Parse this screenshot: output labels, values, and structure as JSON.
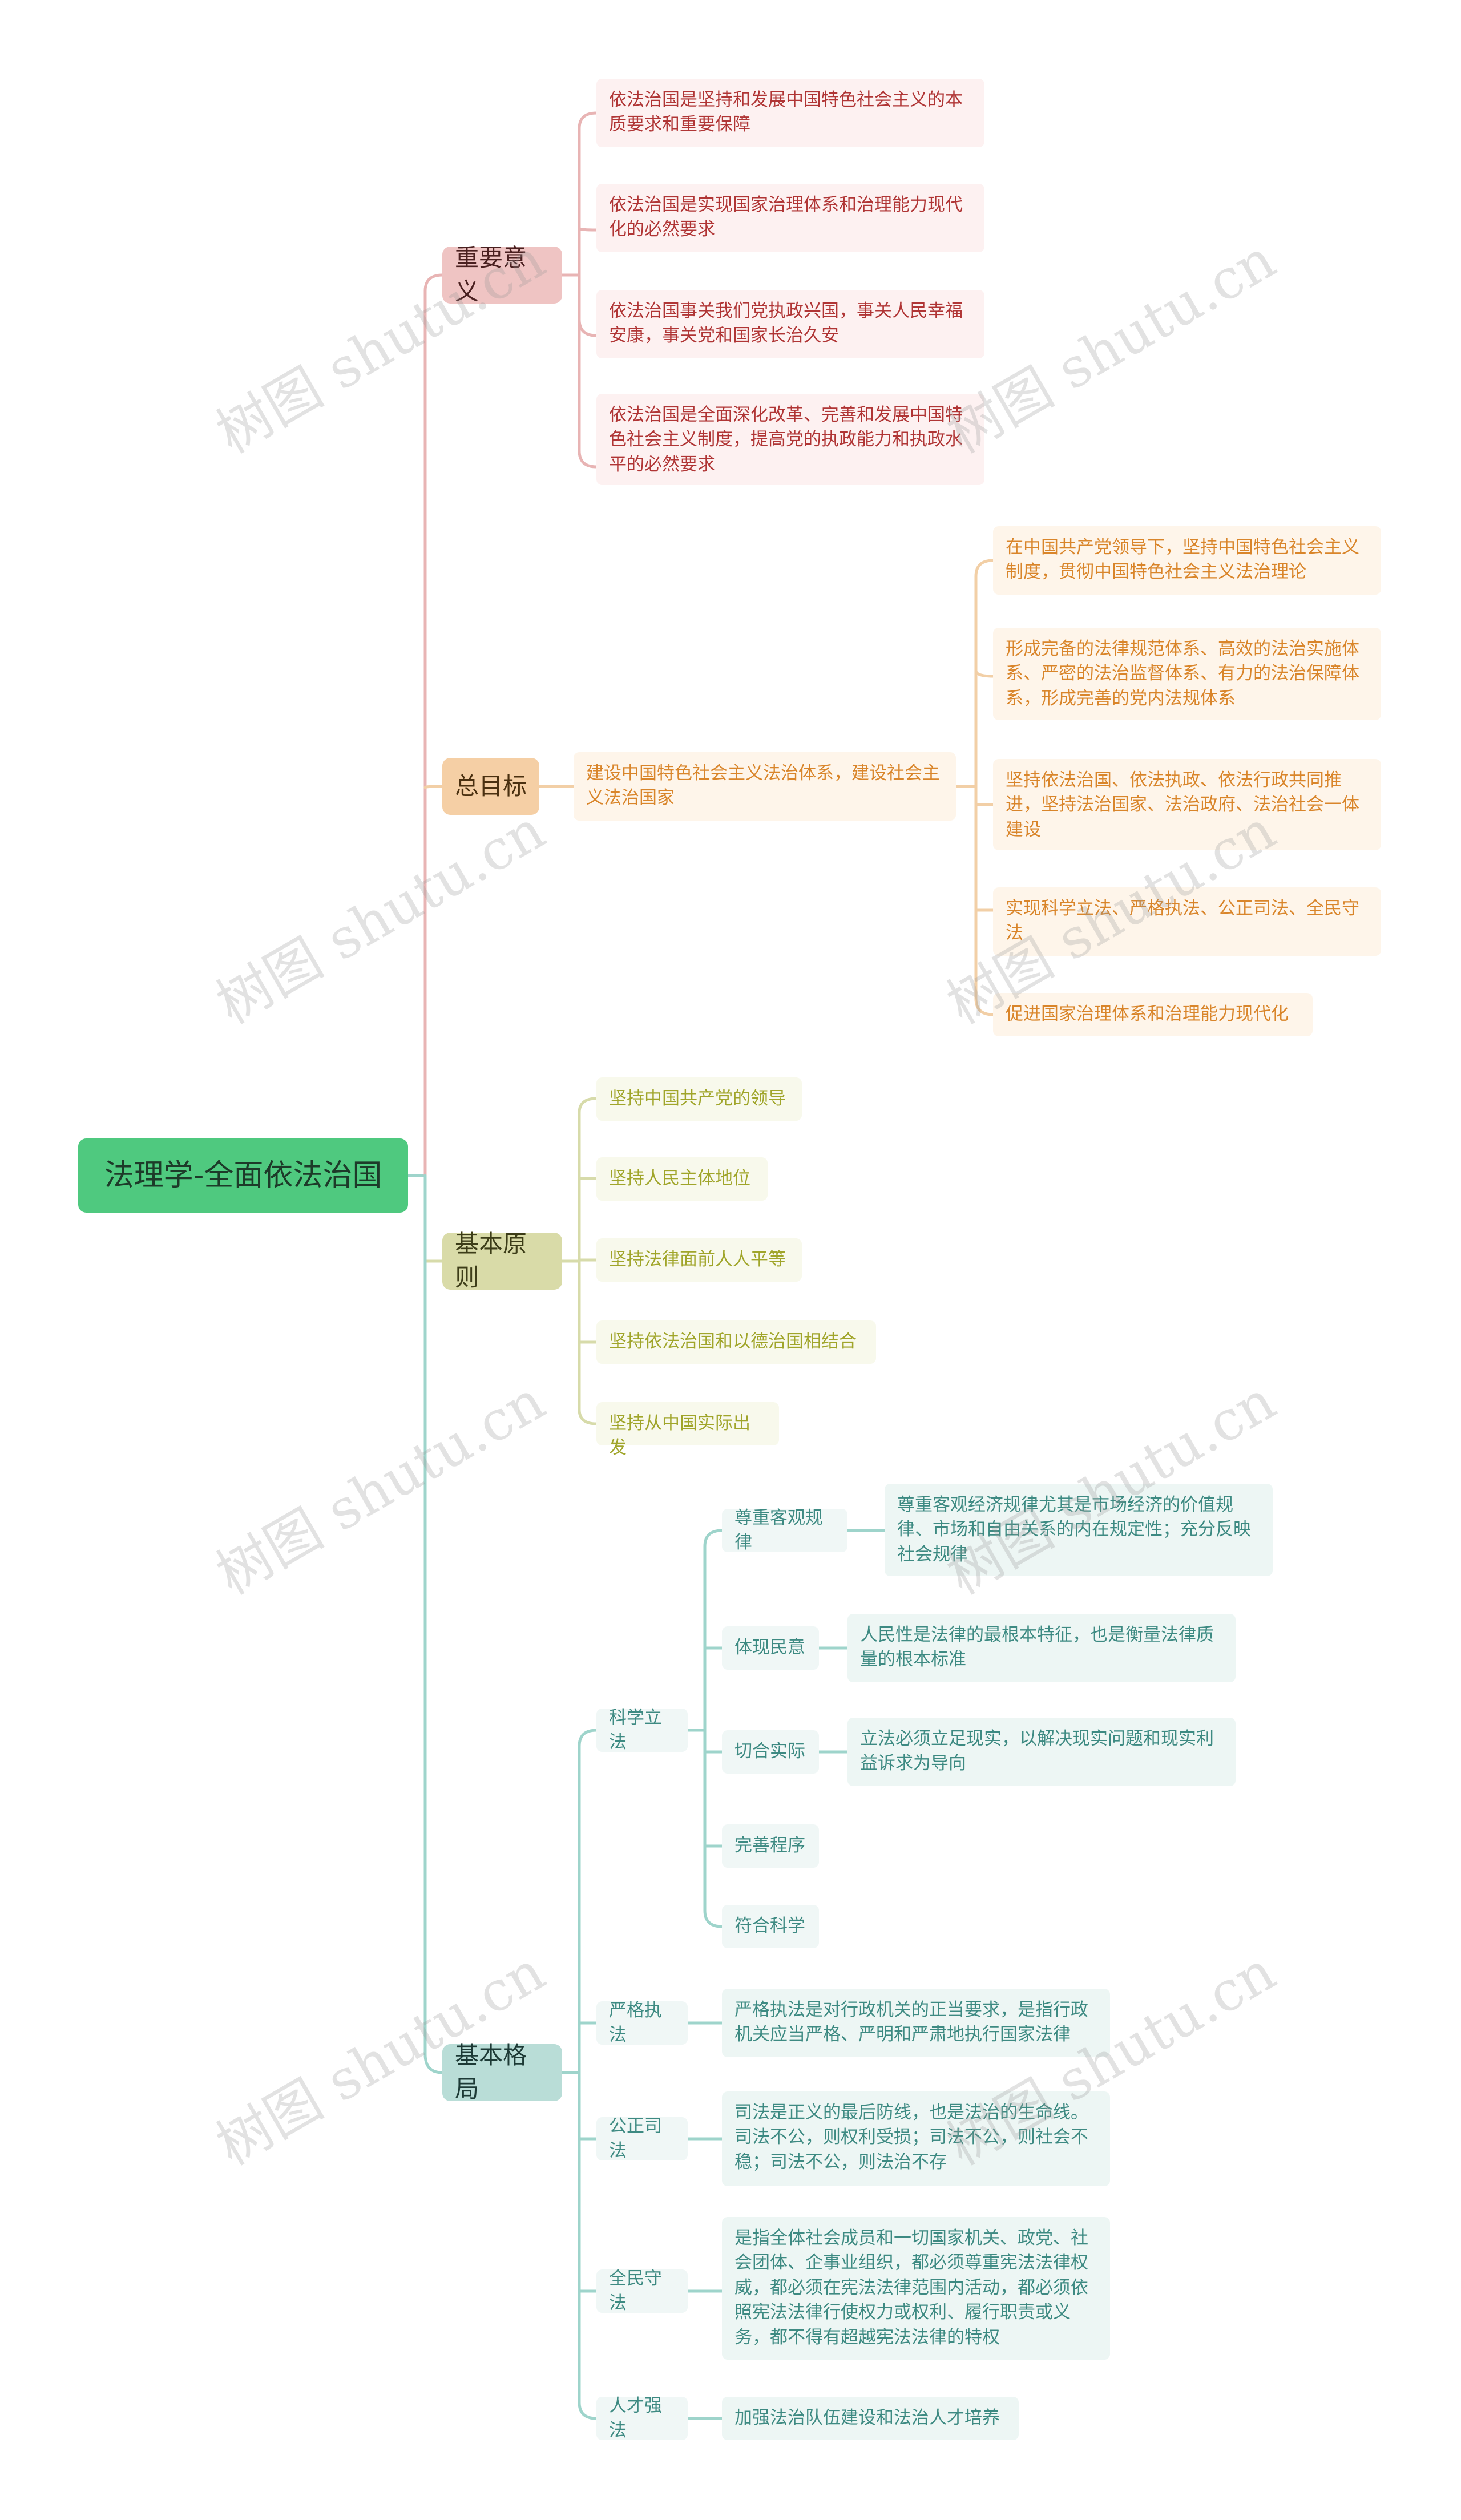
{
  "root": "法理学-全面依法治国",
  "watermark": "树图 shutu.cn",
  "colors": {
    "root": "#4fc97f",
    "red": "#e8b4b4",
    "orange": "#f5d0a8",
    "olive": "#d7dbaa",
    "teal": "#b9ddd7"
  },
  "categories": [
    {
      "label": "重要意义",
      "items": [
        "依法治国是坚持和发展中国特色社会主义的本质要求和重要保障",
        "依法治国是实现国家治理体系和治理能力现代化的必然要求",
        "依法治国事关我们党执政兴国，事关人民幸福安康，事关党和国家长治久安",
        "依法治国是全面深化改革、完善和发展中国特色社会主义制度，提高党的执政能力和执政水平的必然要求"
      ]
    },
    {
      "label": "总目标",
      "main": "建设中国特色社会主义法治体系，建设社会主义法治国家",
      "items": [
        "在中国共产党领导下，坚持中国特色社会主义制度，贯彻中国特色社会主义法治理论",
        "形成完备的法律规范体系、高效的法治实施体系、严密的法治监督体系、有力的法治保障体系，形成完善的党内法规体系",
        "坚持依法治国、依法执政、依法行政共同推进，坚持法治国家、法治政府、法治社会一体建设",
        "实现科学立法、严格执法、公正司法、全民守法",
        "促进国家治理体系和治理能力现代化"
      ]
    },
    {
      "label": "基本原则",
      "items": [
        "坚持中国共产党的领导",
        "坚持人民主体地位",
        "坚持法律面前人人平等",
        "坚持依法治国和以德治国相结合",
        "坚持从中国实际出发"
      ]
    },
    {
      "label": "基本格局",
      "groups": [
        {
          "label": "科学立法",
          "subs": [
            {
              "label": "尊重客观规律",
              "detail": "尊重客观经济规律尤其是市场经济的价值规律、市场和自由关系的内在规定性；充分反映社会规律"
            },
            {
              "label": "体现民意",
              "detail": "人民性是法律的最根本特征，也是衡量法律质量的根本标准"
            },
            {
              "label": "切合实际",
              "detail": "立法必须立足现实，以解决现实问题和现实利益诉求为导向"
            },
            {
              "label": "完善程序",
              "detail": ""
            },
            {
              "label": "符合科学",
              "detail": ""
            }
          ]
        },
        {
          "label": "严格执法",
          "detail": "严格执法是对行政机关的正当要求，是指行政机关应当严格、严明和严肃地执行国家法律"
        },
        {
          "label": "公正司法",
          "detail": "司法是正义的最后防线，也是法治的生命线。司法不公，则权利受损；司法不公，则社会不稳；司法不公，则法治不存"
        },
        {
          "label": "全民守法",
          "detail": "是指全体社会成员和一切国家机关、政党、社会团体、企事业组织，都必须尊重宪法法律权威，都必须在宪法法律范围内活动，都必须依照宪法法律行使权力或权利、履行职责或义务，都不得有超越宪法法律的特权"
        },
        {
          "label": "人才强法",
          "detail": "加强法治队伍建设和法治人才培养"
        }
      ]
    }
  ]
}
